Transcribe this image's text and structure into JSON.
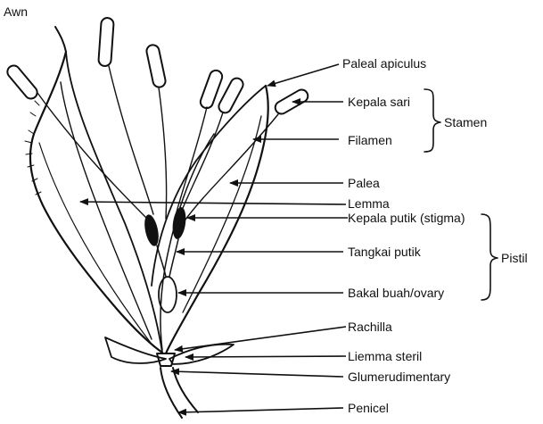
{
  "diagram": {
    "labels": {
      "awn": "Awn",
      "paleal_apiculus": "Paleal apiculus",
      "kepala_sari": "Kepala sari",
      "filamen": "Filamen",
      "palea": "Palea",
      "lemma": "Lemma",
      "kepala_putik": "Kepala putik (stigma)",
      "tangkai_putik": "Tangkai putik",
      "bakal_buah": "Bakal buah/ovary",
      "rachilla": "Rachilla",
      "liemma_steril": "Liemma steril",
      "glumerudimentary": "Glumerudimentary",
      "penicel": "Penicel"
    },
    "groups": {
      "stamen": "Stamen",
      "pistil": "Pistil"
    }
  }
}
